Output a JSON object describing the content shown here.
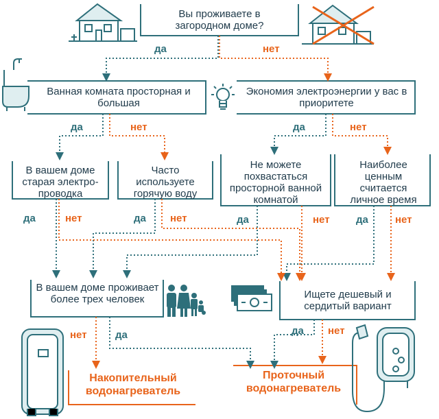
{
  "colors": {
    "teal": "#2e6f7a",
    "orange": "#e8641b",
    "text": "#1f3a4a",
    "light_teal": "#dfeef0"
  },
  "labels": {
    "yes": "да",
    "no": "нет"
  },
  "questions": {
    "country_house": "Вы проживаете в загородном доме?",
    "bathroom": "Ванная комната просторная и большая",
    "energy": "Экономия электроэнергии у вас в приоритете",
    "old_wiring": "В вашем доме старая электро-проводка",
    "hot_water": "Часто используете горячую воду",
    "no_bathroom": "Не можете похвастаться просторной ванной комнатой",
    "time": "Наиболее ценным считается личное время",
    "three_people": "В вашем доме проживает более трех человек",
    "cheap": "Ищете дешевый и сердитый вариант"
  },
  "results": {
    "storage": "Накопительный водонагреватель",
    "instant": "Проточный водонагреватель"
  },
  "icons": [
    "house-icon",
    "crossed-house-icon",
    "bathtub-icon",
    "lightbulb-icon",
    "family-icon",
    "money-icon",
    "storage-heater-icon",
    "instant-heater-icon"
  ]
}
